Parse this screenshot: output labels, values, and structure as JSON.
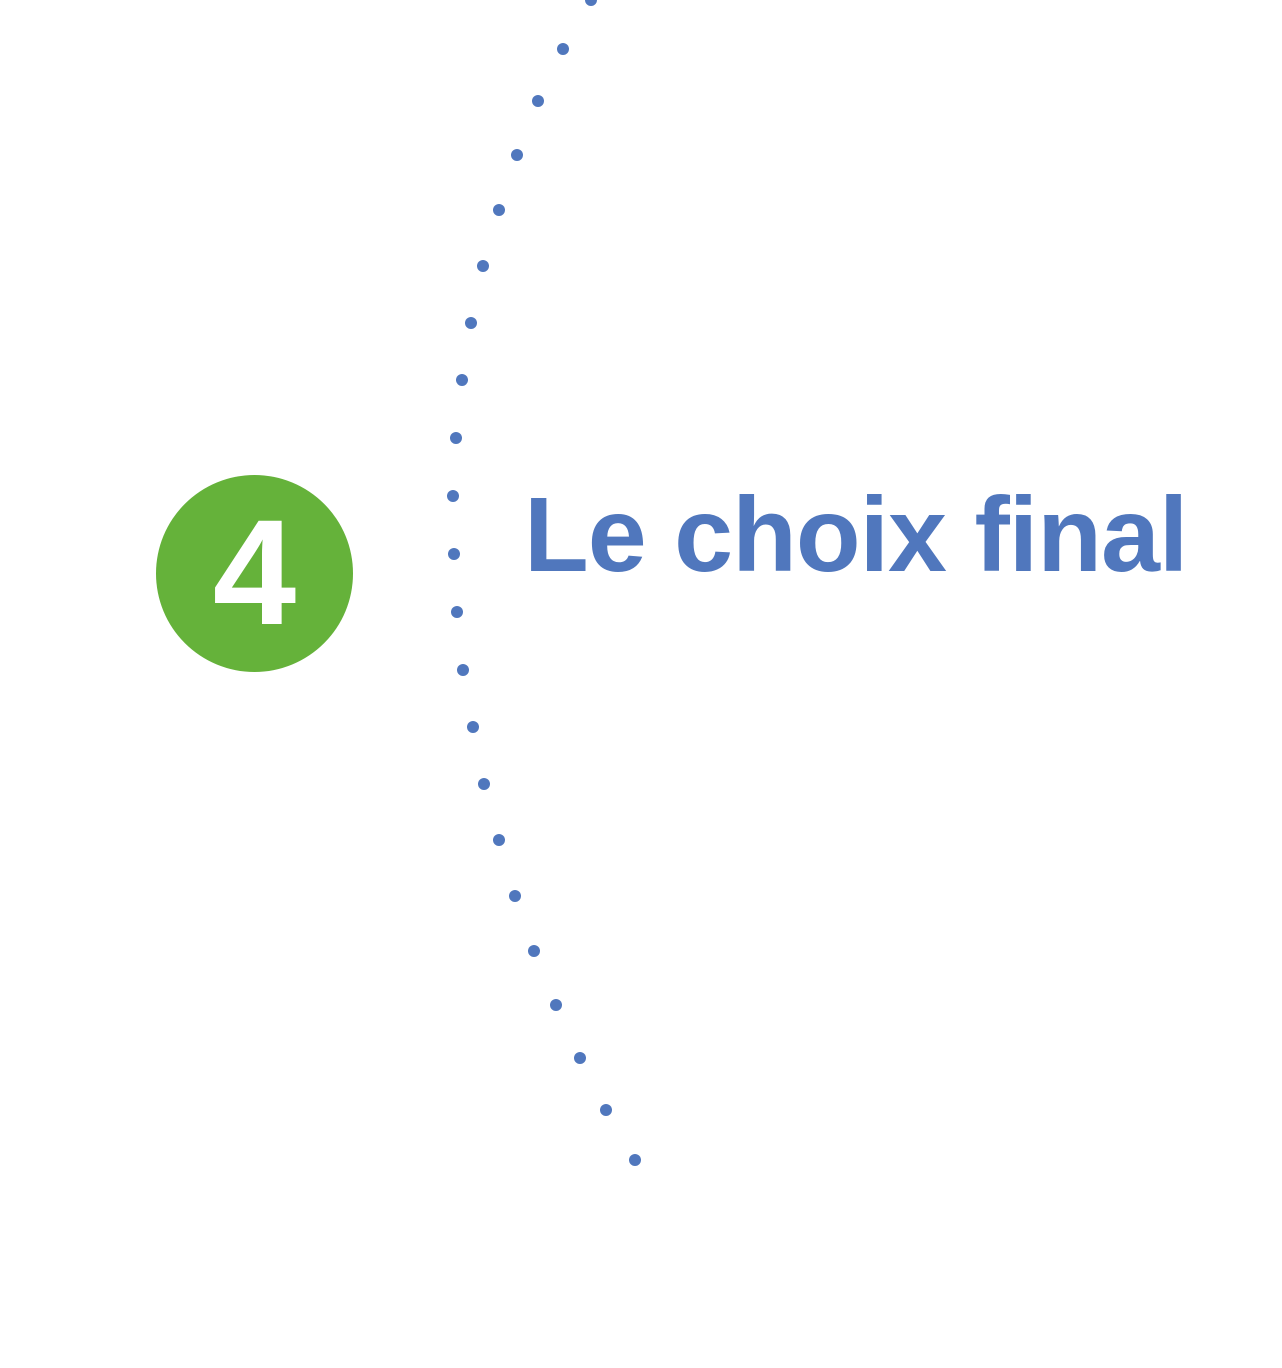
{
  "section_number": "4",
  "title": "Le choix final",
  "colors": {
    "accent_blue": "#5077bd",
    "badge_green": "#65b23a"
  },
  "decoration": "dotted-arc"
}
